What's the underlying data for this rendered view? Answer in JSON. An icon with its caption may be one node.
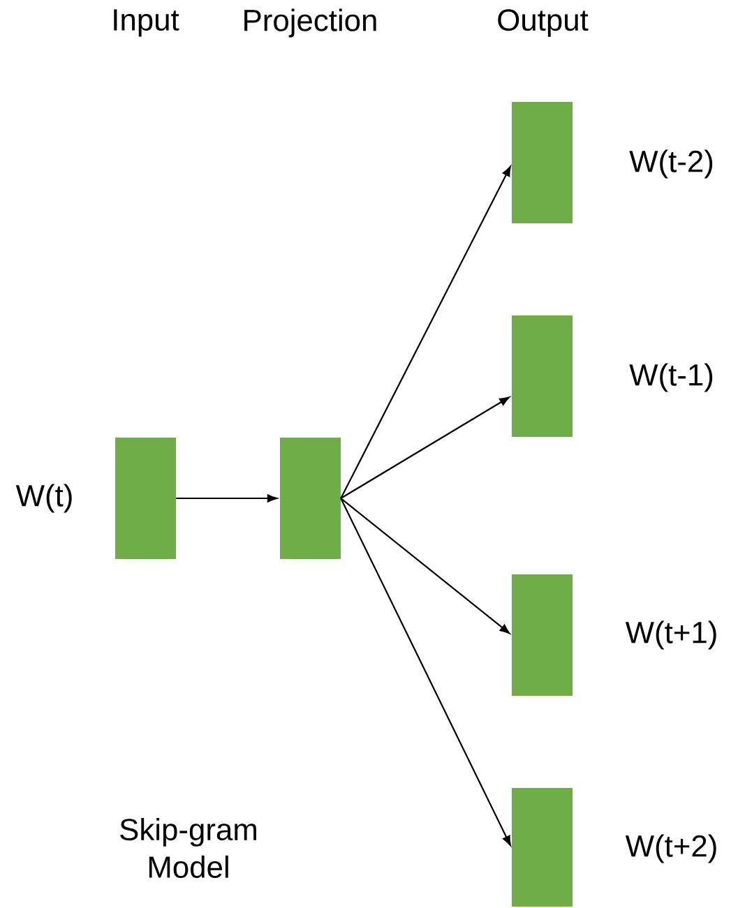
{
  "diagram": {
    "nodes": [
      {
        "text": [],
        "shape": "box",
        "beside": [
          "W(t)"
        ]
      },
      {
        "text": [],
        "shape": "box"
      },
      {
        "text": [],
        "shape": "box",
        "beside": [
          "W(t-2)"
        ]
      },
      {
        "text": [],
        "shape": "box",
        "beside": [
          "W(t-1)"
        ]
      },
      {
        "text": [],
        "shape": "box",
        "beside": [
          "W(t+1)"
        ]
      },
      {
        "text": [],
        "shape": "box",
        "beside": [
          "W(t+2)"
        ]
      }
    ],
    "edges": [
      {
        "from": 0,
        "to": 1,
        "arrow": "to"
      },
      {
        "from": 1,
        "to": 2,
        "arrow": "to"
      },
      {
        "from": 1,
        "to": 3,
        "arrow": "to"
      },
      {
        "from": 1,
        "to": 4,
        "arrow": "to"
      },
      {
        "from": 1,
        "to": 5,
        "arrow": "to"
      }
    ],
    "labels": [
      "Input",
      "Projection",
      "Output",
      "Skip-gram Model"
    ]
  }
}
